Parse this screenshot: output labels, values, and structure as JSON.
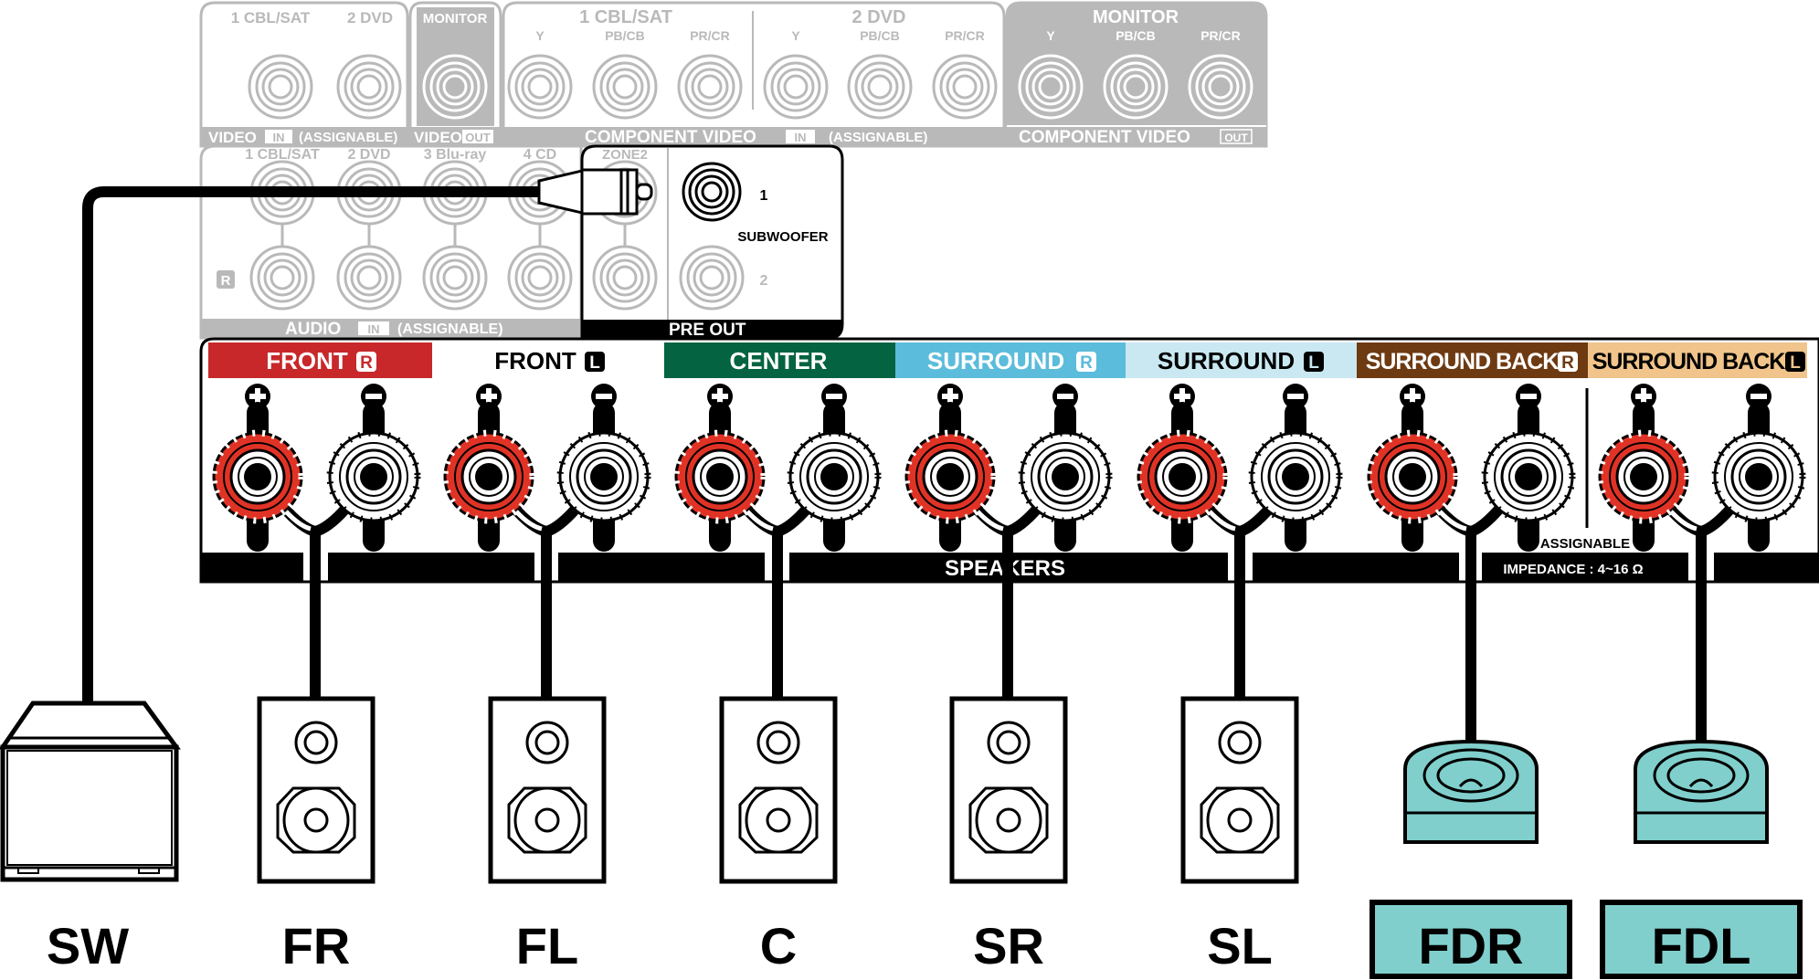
{
  "video_in": {
    "inputs": [
      "1 CBL/SAT",
      "2 DVD"
    ],
    "footer": "VIDEO",
    "footer_badge": "IN",
    "footer_suffix": "(ASSIGNABLE)"
  },
  "video_out": {
    "title": "MONITOR",
    "footer": "VIDEO",
    "footer_badge": "OUT"
  },
  "component_in": {
    "groups": [
      {
        "title": "1 CBL/SAT",
        "jacks": [
          "Y",
          "PB/CB",
          "PR/CR"
        ]
      },
      {
        "title": "2 DVD",
        "jacks": [
          "Y",
          "PB/CB",
          "PR/CR"
        ]
      }
    ],
    "footer": "COMPONENT VIDEO",
    "footer_badge": "IN",
    "footer_suffix": "(ASSIGNABLE)"
  },
  "component_out": {
    "title": "MONITOR",
    "jacks": [
      "Y",
      "PB/CB",
      "PR/CR"
    ],
    "footer": "COMPONENT VIDEO",
    "footer_badge": "OUT"
  },
  "audio_in": {
    "inputs": [
      "1 CBL/SAT",
      "2 DVD",
      "3 Blu-ray",
      "4 CD"
    ],
    "channel_r": "R",
    "footer": "AUDIO",
    "footer_badge": "IN",
    "footer_suffix": "(ASSIGNABLE)"
  },
  "pre_out": {
    "zone2": "ZONE2",
    "subwoofer_label": "SUBWOOFER",
    "jack1": "1",
    "jack2": "2",
    "footer": "PRE OUT"
  },
  "speakers_panel": {
    "groups": [
      {
        "label": "FRONT",
        "badge": "R",
        "bg": "#c8282a",
        "fg": "#ffffff"
      },
      {
        "label": "FRONT",
        "badge": "L",
        "bg": "#ffffff",
        "fg": "#000000"
      },
      {
        "label": "CENTER",
        "badge": "",
        "bg": "#046341",
        "fg": "#ffffff"
      },
      {
        "label": "SURROUND",
        "badge": "R",
        "bg": "#5bbcdb",
        "fg": "#ffffff"
      },
      {
        "label": "SURROUND",
        "badge": "L",
        "bg": "#c9e8f2",
        "fg": "#000000"
      },
      {
        "label": "SURROUND BACK",
        "badge": "R",
        "bg": "#6e3a12",
        "fg": "#ffffff"
      },
      {
        "label": "SURROUND BACK",
        "badge": "L",
        "bg": "#f0c48a",
        "fg": "#000000"
      }
    ],
    "plus": "+",
    "minus": "−",
    "footer": "SPEAKERS",
    "assignable": "ASSIGNABLE",
    "impedance": "IMPEDANCE : 4~16 Ω"
  },
  "speakers": [
    {
      "id": "SW",
      "type": "subwoofer"
    },
    {
      "id": "FR",
      "type": "bookshelf"
    },
    {
      "id": "FL",
      "type": "bookshelf"
    },
    {
      "id": "C",
      "type": "bookshelf"
    },
    {
      "id": "SR",
      "type": "bookshelf"
    },
    {
      "id": "SL",
      "type": "bookshelf"
    },
    {
      "id": "FDR",
      "type": "height",
      "highlight": "#80cfcc"
    },
    {
      "id": "FDL",
      "type": "height",
      "highlight": "#80cfcc"
    }
  ],
  "colors": {
    "grey": "#b9b9b9",
    "red_terminal": "#e03326",
    "height_speaker": "#80cfcc"
  }
}
